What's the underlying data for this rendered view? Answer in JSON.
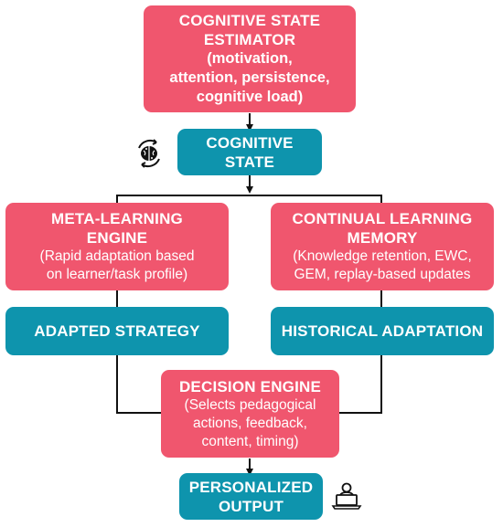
{
  "nodes": {
    "estimator": {
      "title": "COGNITIVE STATE ESTIMATOR",
      "line1": "(motivation,",
      "line2": "attention, persistence,",
      "line3": "cognitive load)"
    },
    "cognitive_state": {
      "line1": "COGNITIVE",
      "line2": "STATE"
    },
    "meta_learning": {
      "title": "META-LEARNING ENGINE",
      "line1": "(Rapid adaptation based",
      "line2": "on learner/task profile)"
    },
    "continual_learning": {
      "title": "CONTINUAL LEARNING MEMORY",
      "line1": "(Knowledge retention, EWC,",
      "line2": "GEM, replay-based updates"
    },
    "adapted_strategy": {
      "label": "ADAPTED STRATEGY"
    },
    "historical_adaptation": {
      "label": "HISTORICAL ADAPTATION"
    },
    "decision_engine": {
      "title": "DECISION ENGINE",
      "line1": "(Selects pedagogical",
      "line2": "actions, feedback,",
      "line3": "content, timing)"
    },
    "output": {
      "line1": "PERSONALIZED",
      "line2": "OUTPUT"
    }
  },
  "icons": {
    "brain": "brain-cycle-icon",
    "user": "laptop-user-icon"
  },
  "colors": {
    "pink": "#f0566e",
    "teal": "#0e94ad",
    "line": "#111111"
  }
}
